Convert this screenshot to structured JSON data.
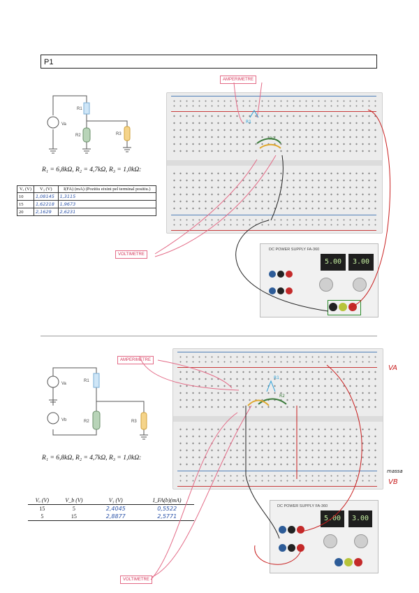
{
  "title": "P1",
  "colors": {
    "ink": "#2a52a8",
    "pink": "#e36a86",
    "red": "#c81d1d",
    "breadboard": "#ebebeb"
  },
  "section1": {
    "schematic": {
      "source": "Va",
      "r1": "R1",
      "r2": "R2",
      "r3": "R3"
    },
    "formula": "R₁ = 6,8kΩ, R₂ = 4,7kΩ, R₃ = 1,0kΩ:",
    "table": {
      "headers": [
        "Vₐ (V)",
        "V₃ (V)",
        "I(FA) (mA) (Pozitiu eixint pel terminal positiu.)"
      ],
      "rows": [
        [
          "10",
          "1,08145",
          "1,3115"
        ],
        [
          "15",
          "1,62218",
          "1,9673"
        ],
        [
          "20",
          "2,1629",
          "2,6231"
        ]
      ]
    },
    "labels": {
      "ammeter": "AMPERIMETRE",
      "voltmeter": "VOLTIMETRE",
      "r1": "R1",
      "r2": "R2"
    },
    "psu": {
      "brand": "DC POWER SUPPLY  FA-360",
      "display_left": "5.00",
      "display_right": "3.00"
    }
  },
  "section2": {
    "schematic": {
      "source_a": "Va",
      "source_b": "Vb",
      "r1": "R1",
      "r2": "R2",
      "r3": "R3"
    },
    "formula": "R₁ = 6,8kΩ, R₂ = 4,7kΩ, R₃ = 1,0kΩ:",
    "table": {
      "headers": [
        "Vₐ (V)",
        "V_b (V)",
        "V₃ (V)",
        "I_FA(b)(mA)"
      ],
      "rows": [
        [
          "15",
          "5",
          "2,4045",
          "0,5522"
        ],
        [
          "5",
          "15",
          "2,8877",
          "2,5771"
        ]
      ]
    },
    "labels": {
      "ammeter": "AMPERIMETRE",
      "voltmeter": "VOLTIMETRE",
      "va": "VA",
      "vb": "VB",
      "massa": "massa",
      "r1": "R1",
      "r2": "R2"
    },
    "psu": {
      "brand": "DC POWER SUPPLY  FA-360",
      "display_left": "5.00",
      "display_right": "3.00"
    }
  }
}
